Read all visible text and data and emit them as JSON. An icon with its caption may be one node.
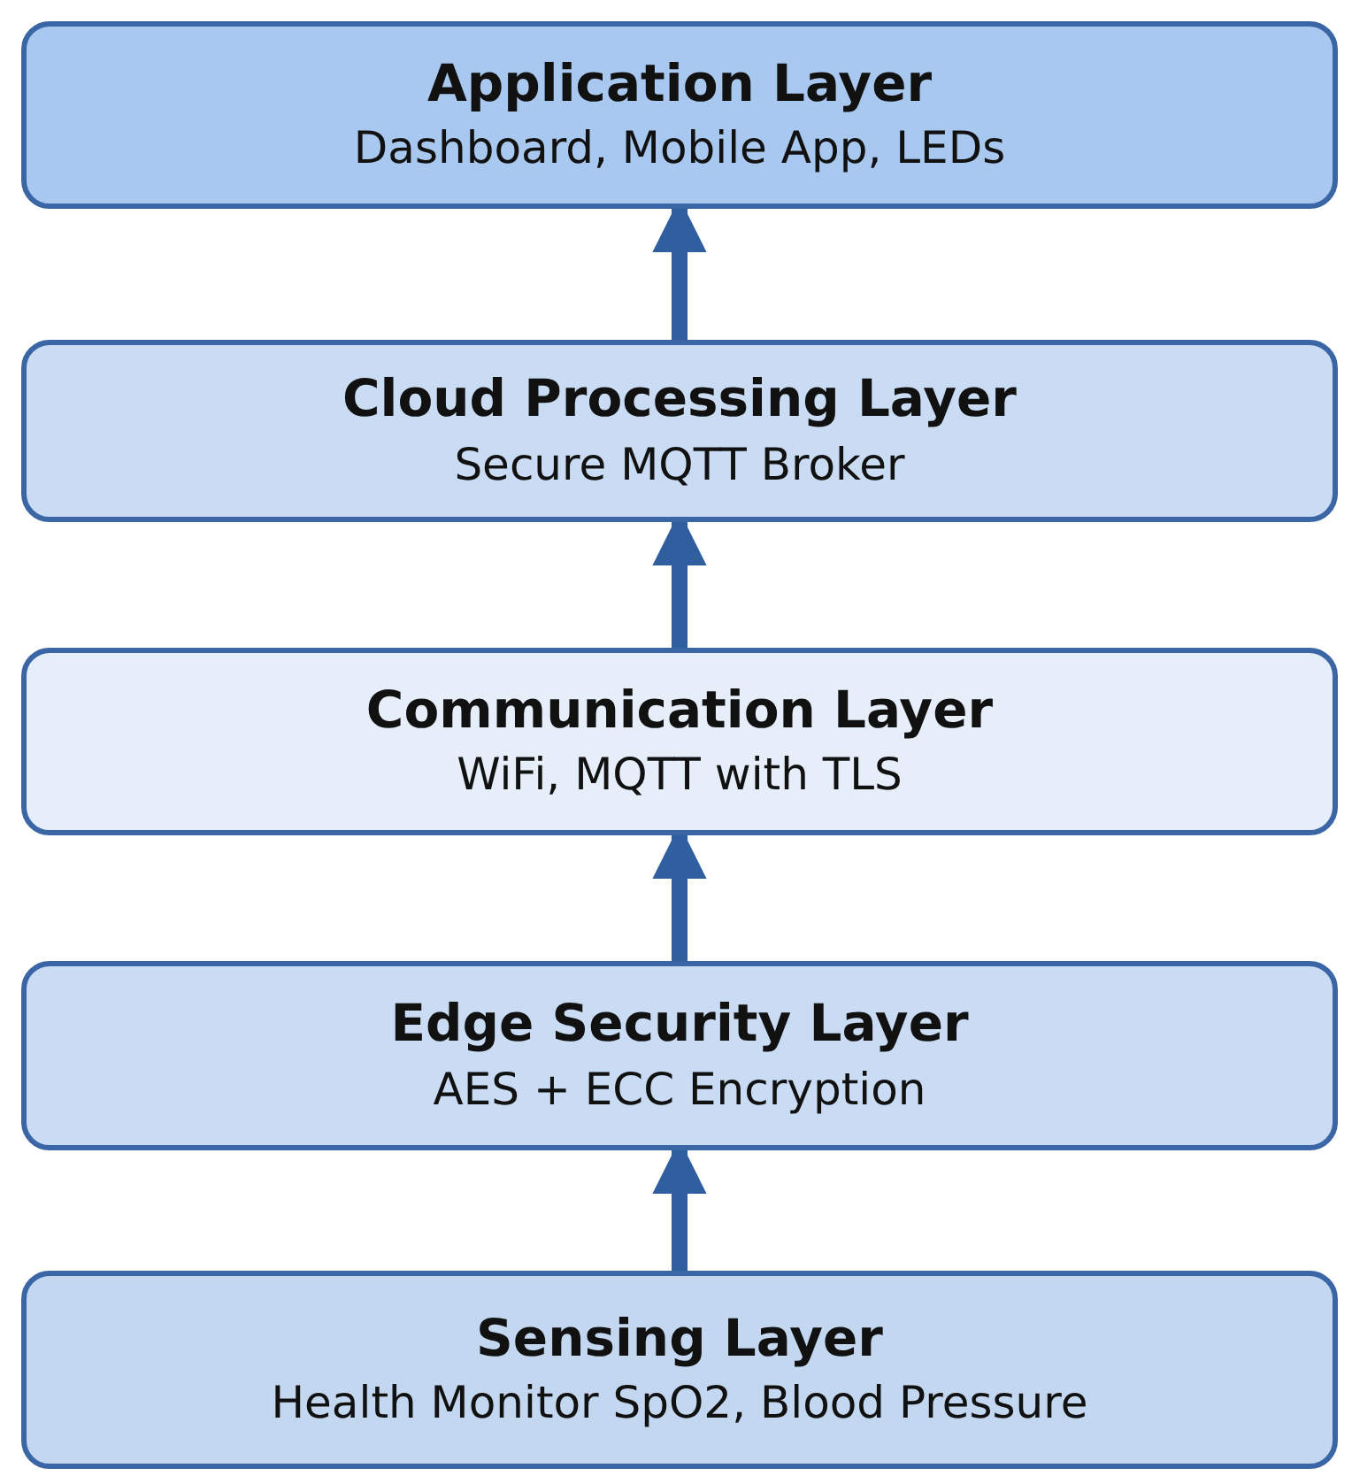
{
  "diagram": {
    "nodes": [
      {
        "text": [
          "Application Layer",
          "Dashboard, Mobile App, LEDs"
        ]
      },
      {
        "text": [
          "Cloud Processing Layer",
          "Secure MQTT Broker"
        ]
      },
      {
        "text": [
          "Communication Layer",
          "WiFi, MQTT with TLS"
        ]
      },
      {
        "text": [
          "Edge Security Layer",
          "AES + ECC Encryption"
        ]
      },
      {
        "text": [
          "Sensing Layer",
          "Health Monitor SpO2, Blood Pressure"
        ]
      }
    ],
    "edges": [
      {
        "from": 4,
        "to": 3,
        "arrow": "to"
      },
      {
        "from": 3,
        "to": 2,
        "arrow": "to"
      },
      {
        "from": 2,
        "to": 1,
        "arrow": "to"
      },
      {
        "from": 1,
        "to": 0,
        "arrow": "to"
      }
    ]
  }
}
